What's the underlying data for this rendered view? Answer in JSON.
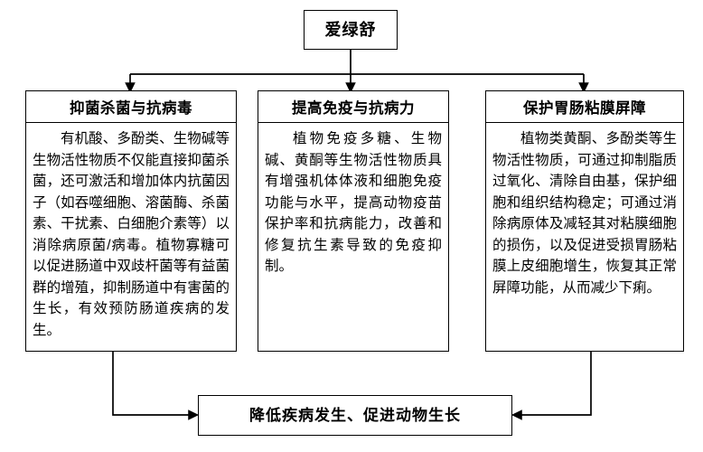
{
  "diagram": {
    "type": "flowchart",
    "orientation": "top-down",
    "line_color": "#000000",
    "background_color": "#ffffff",
    "root": {
      "label": "爱绿舒"
    },
    "branches": [
      {
        "title": "抑菌杀菌与抗病毒",
        "body": "有机酸、多酚类、生物碱等生物活性物质不仅能直接抑菌杀菌，还可激活和增加体内抗菌因子（如吞噬细胞、溶菌酶、杀菌素、干扰素、白细胞介素等）以消除病原菌/病毒。植物寡糖可以促进肠道中双歧杆菌等有益菌群的增殖，抑制肠道中有害菌的生长，有效预防肠道疾病的发生。"
      },
      {
        "title": "提高免疫与抗病力",
        "body": "植物免疫多糖、生物碱、黄酮等生物活性物质具有增强机体体液和细胞免疫功能与水平，提高动物疫苗保护率和抗病能力，改善和修复抗生素导致的免疫抑制。"
      },
      {
        "title": "保护胃肠粘膜屏障",
        "body": "植物类黄酮、多酚类等生物活性物质，可通过抑制脂质过氧化、清除自由基，保护细胞和组织结构稳定；可通过消除病原体及减轻其对粘膜细胞的损伤，以及促进受损胃肠粘膜上皮细胞增生，恢复其正常屏障功能，从而减少下痢。"
      }
    ],
    "outcome": {
      "label": "降低疾病发生、促进动物生长"
    }
  }
}
